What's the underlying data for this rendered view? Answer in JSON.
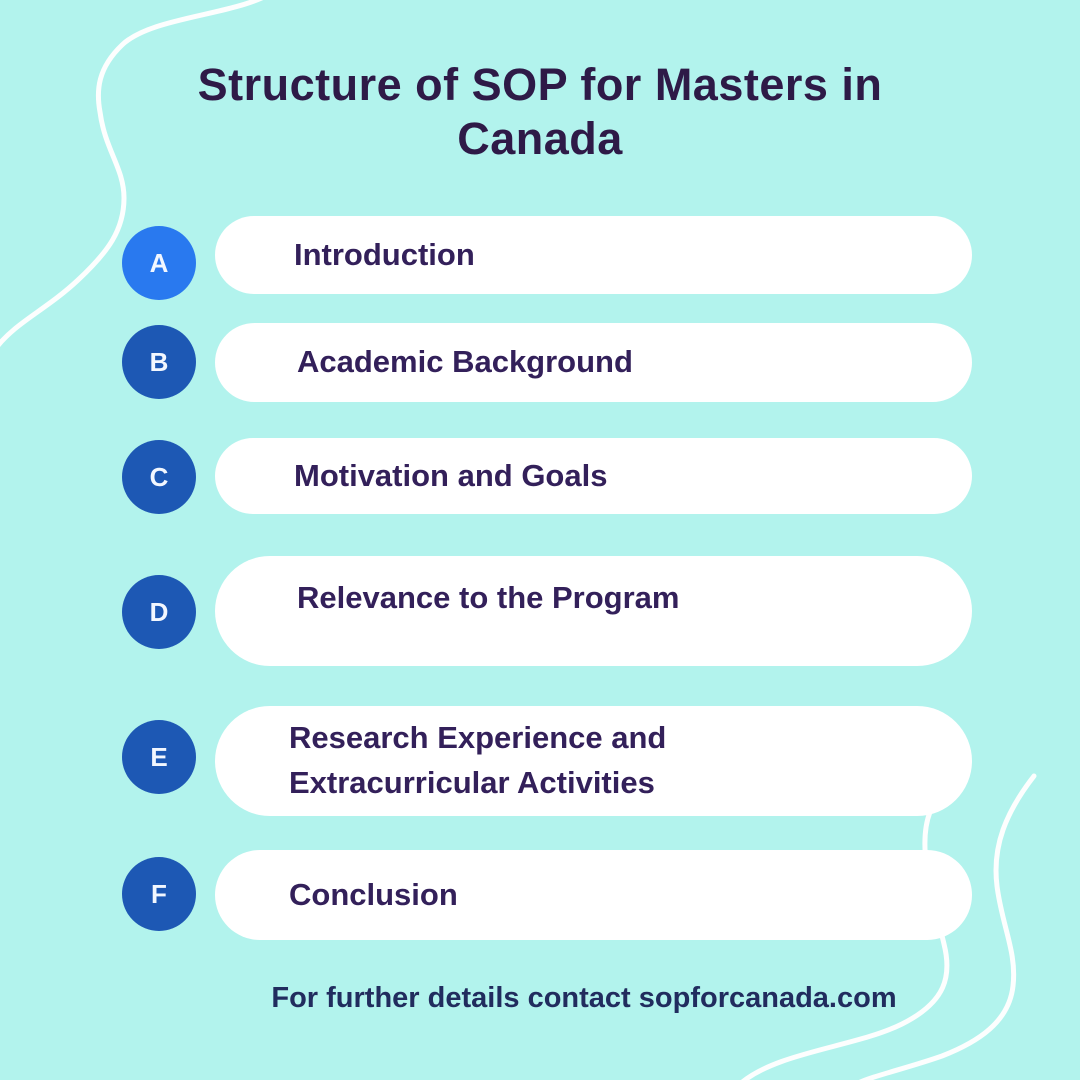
{
  "title": "Structure of SOP for Masters in Canada",
  "rows": [
    {
      "letter": "A",
      "label": "Introduction"
    },
    {
      "letter": "B",
      "label": "Academic Background"
    },
    {
      "letter": "C",
      "label": "Motivation and Goals"
    },
    {
      "letter": "D",
      "label": "Relevance to the Program"
    },
    {
      "letter": "E",
      "label": "Research Experience and Extracurricular Activities"
    },
    {
      "letter": "F",
      "label": "Conclusion"
    }
  ],
  "footer": "For further details contact sopforcanada.com",
  "colors": {
    "background": "#b2f3ed",
    "badge_a": "#2979ef",
    "badge_rest": "#1d58b4",
    "pill": "#ffffff",
    "title_text": "#2e1a47",
    "item_text": "#33205a",
    "footer_text": "#212c5e",
    "badge_letter": "#f2f7ff",
    "decor_line": "#ffffff"
  }
}
